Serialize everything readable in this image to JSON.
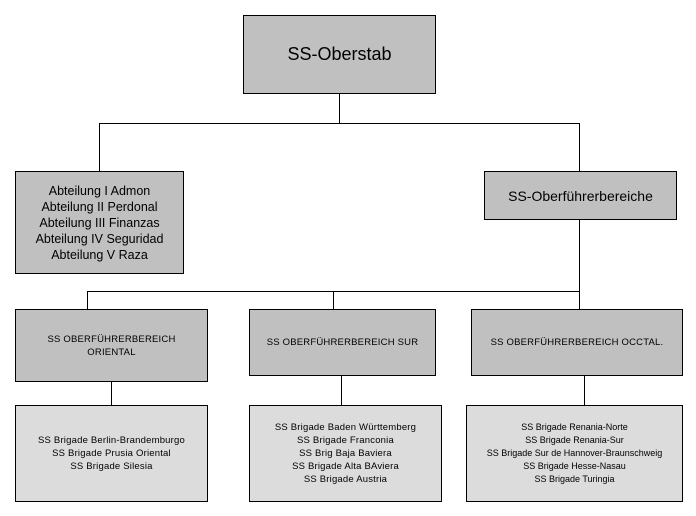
{
  "root": {
    "label": "SS-Oberstab"
  },
  "admin": {
    "lines": [
      "Abteilung I Admon",
      "Abteilung II Perdonal",
      "Abteilung III Finanzas",
      "Abteilung IV Seguridad",
      "Abteilung V Raza"
    ]
  },
  "oberfuehrer": {
    "label": "SS-Oberführerbereiche"
  },
  "regions": [
    {
      "lines": [
        "SS OBERFÜHRERBEREICH",
        "ORIENTAL"
      ],
      "brigades": [
        "SS Brigade Berlin-Brandemburgo",
        "SS Brigade Prusia Oriental",
        "SS Brigade Silesia"
      ]
    },
    {
      "lines": [
        "SS OBERFÜHRERBEREICH SUR"
      ],
      "brigades": [
        "SS Brigade Baden Württemberg",
        "SS Brigade Franconia",
        "SS Brig Baja Baviera",
        "SS Brigade Alta BAviera",
        "SS Brigade Austria"
      ]
    },
    {
      "lines": [
        "SS OBERFÜHRERBEREICH OCCTAL."
      ],
      "brigades": [
        "SS Brigade Renania-Norte",
        "SS Brigade Renania-Sur",
        "SS Brigade Sur de Hannover-Braunschweig",
        "SS Brigade Hesse-Nasau",
        "SS Brigade Turingia"
      ]
    }
  ]
}
